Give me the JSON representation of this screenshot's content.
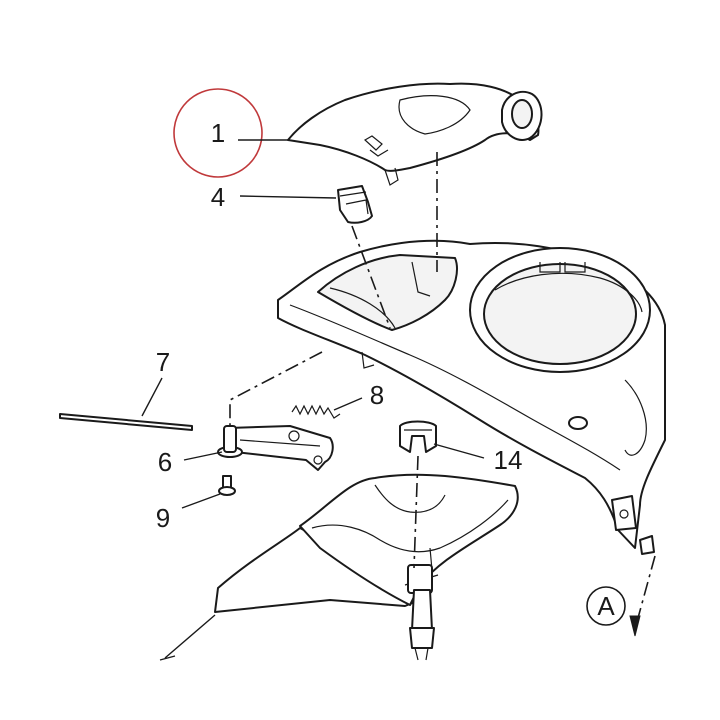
{
  "callouts": [
    {
      "id": "1",
      "label": "1"
    },
    {
      "id": "4",
      "label": "4"
    },
    {
      "id": "7",
      "label": "7"
    },
    {
      "id": "8",
      "label": "8"
    },
    {
      "id": "6",
      "label": "6"
    },
    {
      "id": "14",
      "label": "14"
    },
    {
      "id": "9",
      "label": "9"
    }
  ],
  "arrow_marker": {
    "label": "A"
  },
  "colors": {
    "line": "#1a1a1a",
    "highlight_circle": "#c0393b",
    "background": "#ffffff"
  }
}
